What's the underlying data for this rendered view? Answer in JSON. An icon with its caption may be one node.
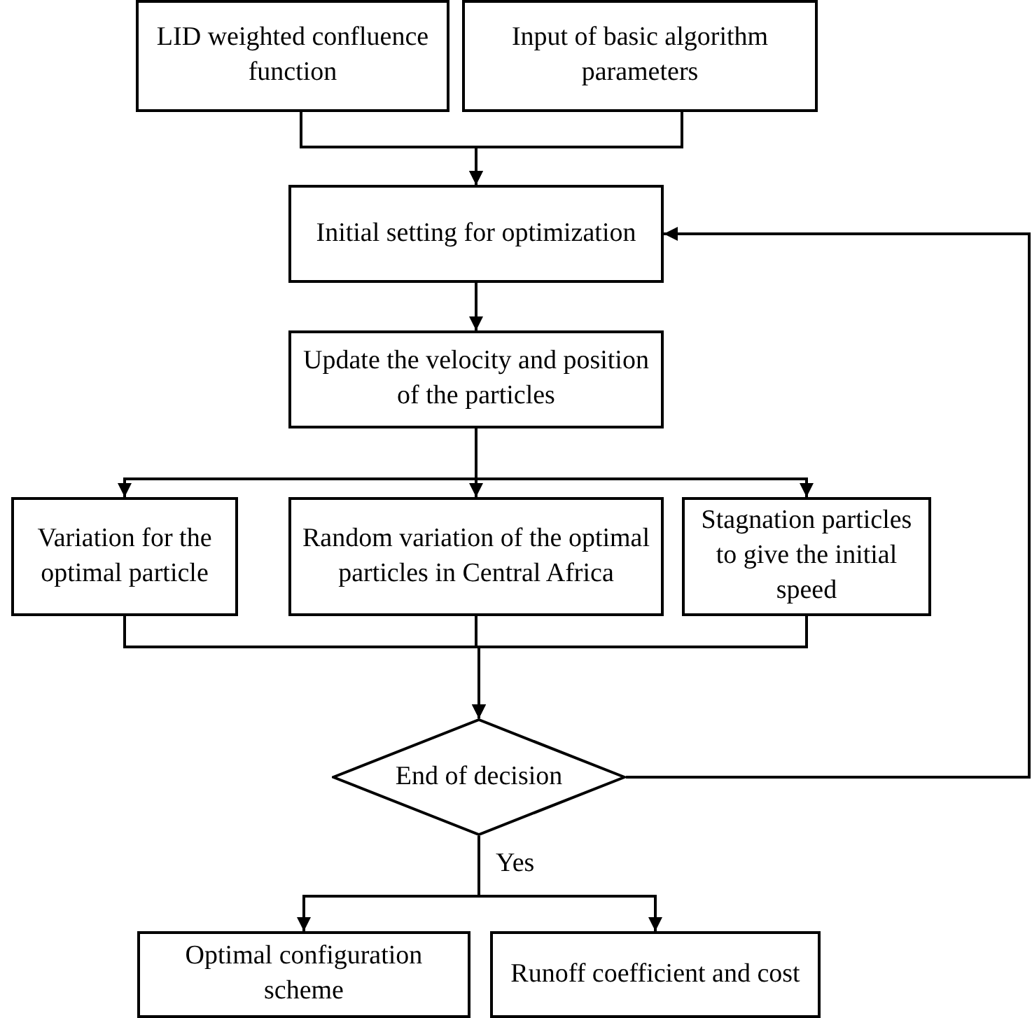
{
  "diagram": {
    "nodes": [
      {
        "text": [
          "LID weighted confluence function"
        ]
      },
      {
        "text": [
          "Input of basic algorithm parameters"
        ]
      },
      {
        "text": [
          "Initial setting for optimization"
        ]
      },
      {
        "text": [
          "Update the velocity and position of the particles"
        ]
      },
      {
        "text": [
          "Variation for the optimal particle"
        ]
      },
      {
        "text": [
          "Random variation of the optimal particles in Central Africa"
        ]
      },
      {
        "text": [
          "Stagnation particles to give the initial speed"
        ]
      },
      {
        "text": [
          "End of decision"
        ]
      },
      {
        "text": [
          "Optimal configuration scheme"
        ]
      },
      {
        "text": [
          "Runoff coefficient and cost"
        ]
      }
    ],
    "edges": [
      {
        "from": 0,
        "to": 2,
        "arrow": "to"
      },
      {
        "from": 1,
        "to": 2,
        "arrow": "to"
      },
      {
        "from": 2,
        "to": 3,
        "arrow": "to"
      },
      {
        "from": 3,
        "to": 4,
        "arrow": "to"
      },
      {
        "from": 3,
        "to": 5,
        "arrow": "to"
      },
      {
        "from": 3,
        "to": 6,
        "arrow": "to"
      },
      {
        "from": 4,
        "to": 7,
        "arrow": "to"
      },
      {
        "from": 5,
        "to": 7,
        "arrow": "to"
      },
      {
        "from": 6,
        "to": 7,
        "arrow": "to"
      },
      {
        "from": 7,
        "to": 8,
        "arrow": "to",
        "label": "Yes"
      },
      {
        "from": 7,
        "to": 9,
        "arrow": "to"
      },
      {
        "from": 7,
        "to": 2,
        "arrow": "to"
      }
    ]
  }
}
